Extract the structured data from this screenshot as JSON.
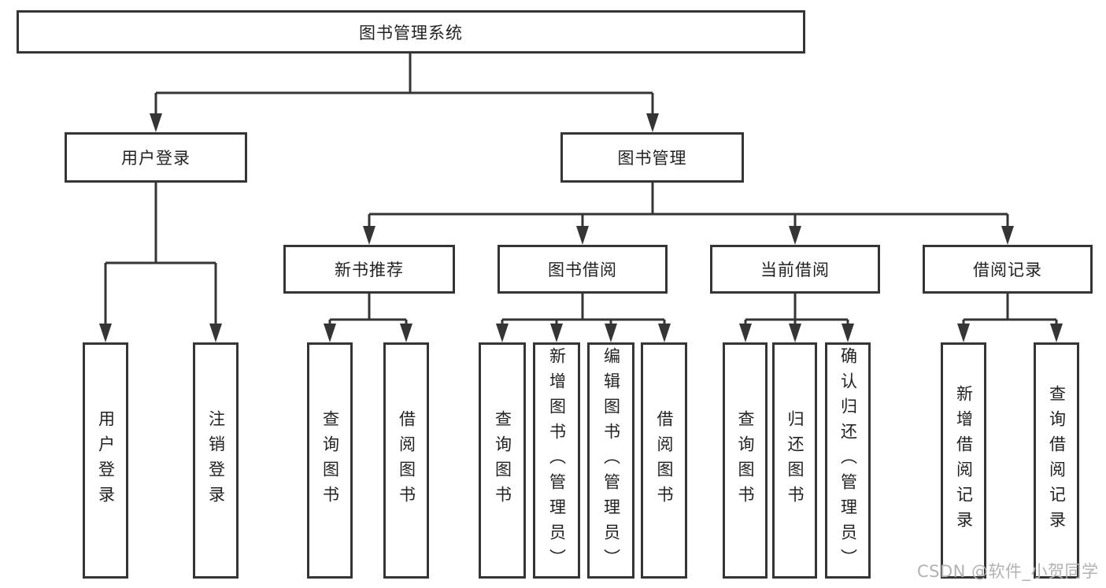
{
  "tree": {
    "root": {
      "label": "图书管理系统"
    },
    "level2": [
      {
        "label": "用户登录"
      },
      {
        "label": "图书管理"
      }
    ],
    "level3": [
      {
        "label": "新书推荐"
      },
      {
        "label": "图书借阅"
      },
      {
        "label": "当前借阅"
      },
      {
        "label": "借阅记录"
      }
    ],
    "leaves": {
      "user_login": [
        {
          "label": "用户登录"
        },
        {
          "label": "注销登录"
        }
      ],
      "new_books": [
        {
          "label": "查询图书"
        },
        {
          "label": "借阅图书"
        }
      ],
      "book_borrow": [
        {
          "label": "查询图书"
        },
        {
          "label": "新增图书（管理员）"
        },
        {
          "label": "编辑图书（管理员）"
        },
        {
          "label": "借阅图书"
        }
      ],
      "current_borrow": [
        {
          "label": "查询图书"
        },
        {
          "label": "归还图书"
        },
        {
          "label": "确认归还（管理员）"
        }
      ],
      "borrow_records": [
        {
          "label": "新增借阅记录"
        },
        {
          "label": "查询借阅记录"
        }
      ]
    }
  },
  "watermark": "CSDN @软件_小贺同学",
  "colors": {
    "line": "#353535",
    "text": "#222222",
    "watermark": "#b2b2b2",
    "background": "#ffffff"
  }
}
